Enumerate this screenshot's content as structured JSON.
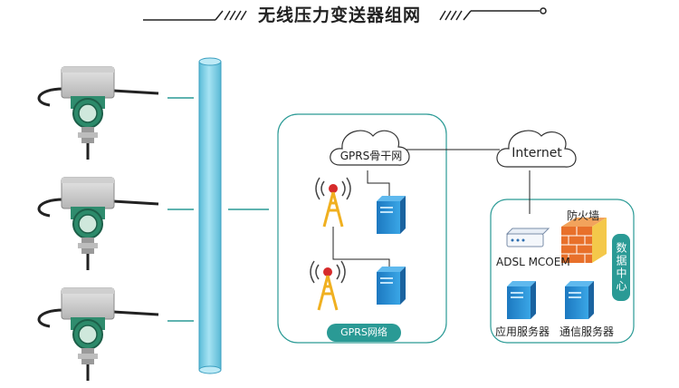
{
  "title": "无线压力变送器组网",
  "clouds": {
    "gprs_backbone": "GPRS骨干网",
    "internet": "Internet"
  },
  "labels": {
    "gprs_network": "GPRS网络",
    "data_center": "数据中心",
    "firewall": "防火墙",
    "adsl": "ADSL MCOEM",
    "app_server": "应用服务器",
    "comm_server": "通信服务器"
  },
  "colors": {
    "teal": "#2a9a95",
    "pipe": "#7ed0e8",
    "server": "#2f95d6",
    "firewall": "#e8702a"
  }
}
